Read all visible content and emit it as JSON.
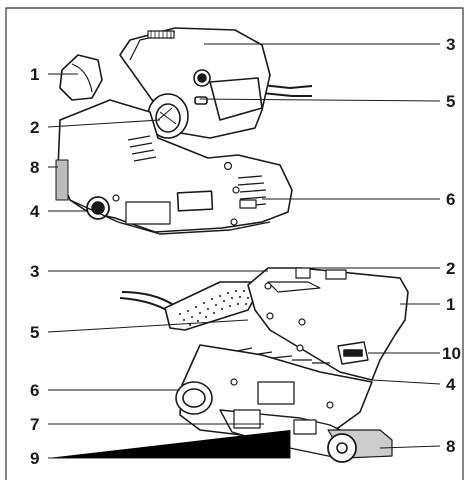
{
  "figure": {
    "top_view": {
      "callouts": [
        "1",
        "2",
        "3",
        "4",
        "5",
        "6",
        "8"
      ]
    },
    "bottom_view": {
      "callouts": [
        "1",
        "2",
        "3",
        "4",
        "5",
        "6",
        "7",
        "8",
        "9",
        "10"
      ]
    }
  },
  "colors": {
    "ink": "#1a1a1a",
    "background": "#ffffff"
  }
}
